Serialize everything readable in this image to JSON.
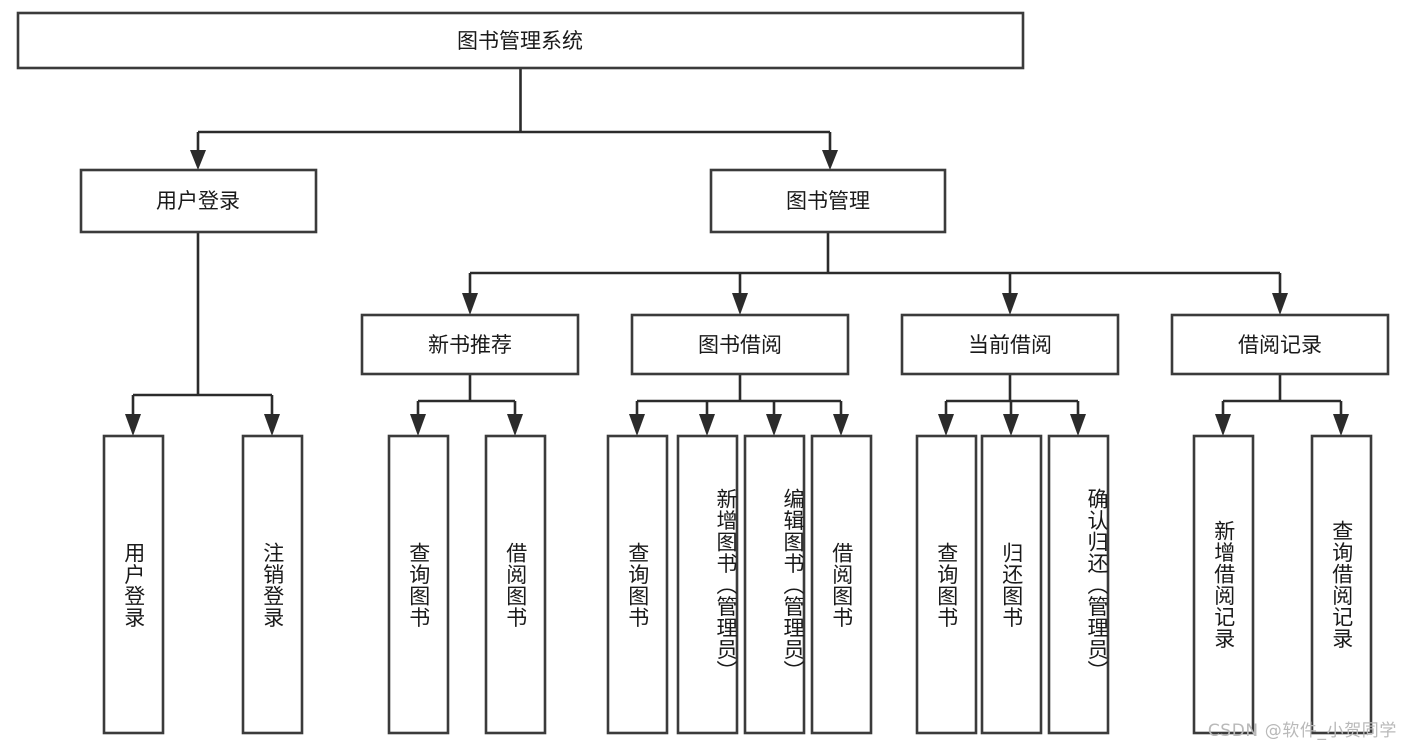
{
  "diagram": {
    "type": "tree",
    "title": "图书管理系统",
    "orientation": "top-down",
    "colors": {
      "box_stroke": "#3b3b3b",
      "box_fill": "#ffffff",
      "connector": "#2b2b2b",
      "text": "#1a1a1a",
      "watermark": "#b9b9b9",
      "background": "#ffffff"
    },
    "root": {
      "label": "图书管理系统"
    },
    "level2": [
      {
        "label": "用户登录"
      },
      {
        "label": "图书管理"
      }
    ],
    "level3": [
      {
        "label": "新书推荐"
      },
      {
        "label": "图书借阅"
      },
      {
        "label": "当前借阅"
      },
      {
        "label": "借阅记录"
      }
    ],
    "leaves": {
      "user_login": [
        {
          "label": "用户登录"
        },
        {
          "label": "注销登录"
        }
      ],
      "new_book_recommend": [
        {
          "label": "查询图书"
        },
        {
          "label": "借阅图书"
        }
      ],
      "book_borrow": [
        {
          "label": "查询图书"
        },
        {
          "label": "新增图书（管理员）"
        },
        {
          "label": "编辑图书（管理员）"
        },
        {
          "label": "借阅图书"
        }
      ],
      "current_borrow": [
        {
          "label": "查询图书"
        },
        {
          "label": "归还图书"
        },
        {
          "label": "确认归还（管理员）"
        }
      ],
      "borrow_record": [
        {
          "label": "新增借阅记录"
        },
        {
          "label": "查询借阅记录"
        }
      ]
    }
  },
  "watermark": {
    "text": "CSDN @软件_小贺同学"
  }
}
